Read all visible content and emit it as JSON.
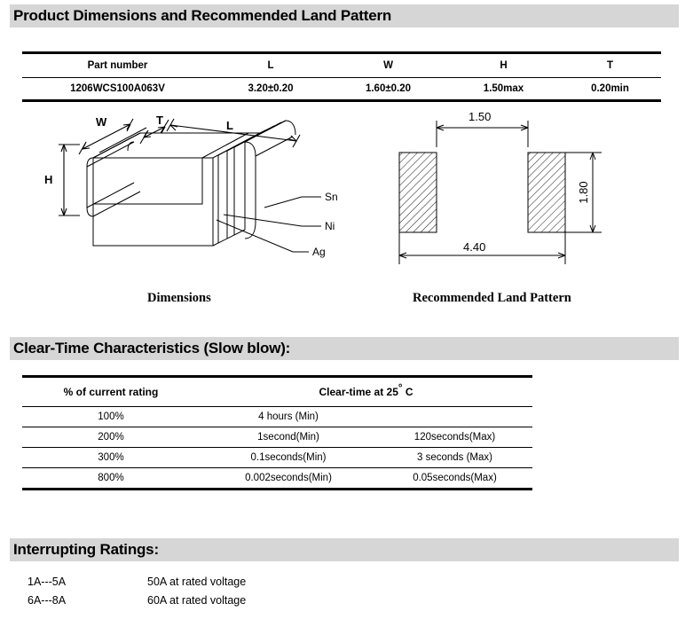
{
  "sections": {
    "product": {
      "title": "Product Dimensions and Recommended Land Pattern"
    },
    "cleartime": {
      "title": "Clear-Time Characteristics (Slow blow):"
    },
    "interrupting": {
      "title": "Interrupting Ratings:"
    }
  },
  "dimensions_table": {
    "headers": [
      "Part number",
      "L",
      "W",
      "H",
      "T"
    ],
    "rows": [
      [
        "1206WCS100A063V",
        "3.20±0.20",
        "1.60±0.20",
        "1.50max",
        "0.20min"
      ]
    ]
  },
  "figures": {
    "dimensions": {
      "caption": "Dimensions",
      "labels": {
        "w": "W",
        "t": "T",
        "l": "L",
        "h": "H"
      },
      "callouts": {
        "sn": "Sn",
        "ni": "Ni",
        "ag": "Ag"
      }
    },
    "land_pattern": {
      "caption": "Recommended Land Pattern",
      "dims": {
        "gap": "1.50",
        "overall": "4.40",
        "pad_height": "1.80"
      }
    }
  },
  "cleartime_table": {
    "headers": [
      "% of current rating",
      "Clear-time at 25",
      "C"
    ],
    "header_degree": "°",
    "rows": [
      [
        "100%",
        "4 hours (Min)",
        ""
      ],
      [
        "200%",
        "1second(Min)",
        "120seconds(Max)"
      ],
      [
        "300%",
        "0.1seconds(Min)",
        "3 seconds (Max)"
      ],
      [
        "800%",
        "0.002seconds(Min)",
        "0.05seconds(Max)"
      ]
    ]
  },
  "interrupting_ratings": {
    "rows": [
      {
        "range": "1A---5A",
        "value": "50A at rated voltage"
      },
      {
        "range": "6A---8A",
        "value": "60A at rated voltage"
      }
    ]
  }
}
